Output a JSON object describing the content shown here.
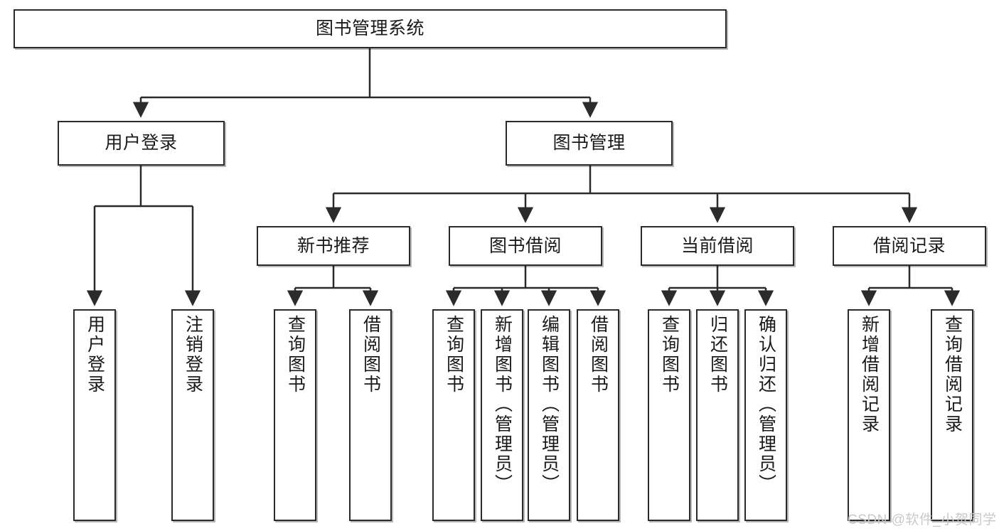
{
  "diagram": {
    "title": "图书管理系统",
    "watermark": "CSDN @软件_小贺同学",
    "colors": {
      "stroke": "#2b2b2b",
      "fill": "#ffffff",
      "text": "#1a1a1a",
      "watermark": "#c9c9c9"
    },
    "root": {
      "label": "图书管理系统"
    },
    "level2": [
      {
        "label": "用户登录"
      },
      {
        "label": "图书管理"
      }
    ],
    "level3": [
      {
        "label": "新书推荐"
      },
      {
        "label": "图书借阅"
      },
      {
        "label": "当前借阅"
      },
      {
        "label": "借阅记录"
      }
    ],
    "leaves": {
      "user_login": [
        {
          "label": "用户登录"
        },
        {
          "label": "注销登录"
        }
      ],
      "new_book_recommend": [
        {
          "label": "查询图书"
        },
        {
          "label": "借阅图书"
        }
      ],
      "book_borrow": [
        {
          "label": "查询图书"
        },
        {
          "label": "新增图书（管理员）"
        },
        {
          "label": "编辑图书（管理员）"
        },
        {
          "label": "借阅图书"
        }
      ],
      "current_borrow": [
        {
          "label": "查询图书"
        },
        {
          "label": "归还图书"
        },
        {
          "label": "确认归还（管理员）"
        }
      ],
      "borrow_record": [
        {
          "label": "新增借阅记录"
        },
        {
          "label": "查询借阅记录"
        }
      ]
    }
  }
}
